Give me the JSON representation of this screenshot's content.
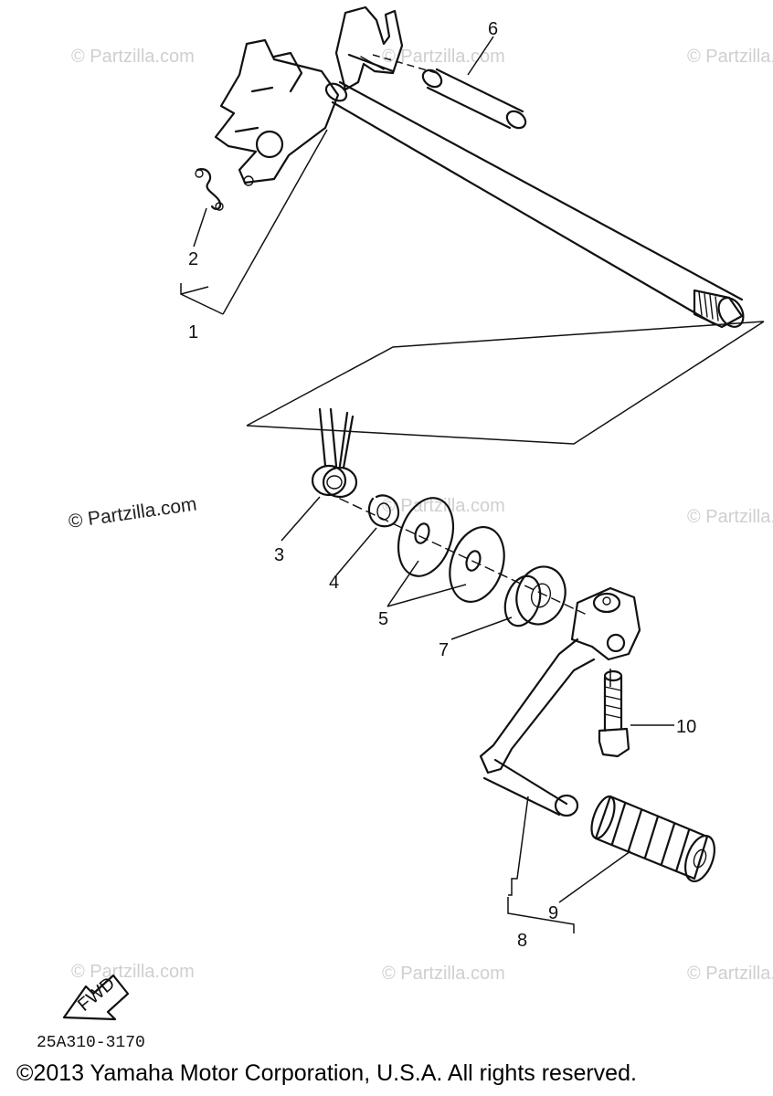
{
  "callouts": [
    "1",
    "2",
    "3",
    "4",
    "5",
    "6",
    "7",
    "8",
    "9",
    "10"
  ],
  "watermark": "© Partzilla.com",
  "fwd_label": "FWD",
  "drawing_code": "25A310-3170",
  "copyright": "©2013 Yamaha Motor Corporation, U.S.A. All rights reserved."
}
